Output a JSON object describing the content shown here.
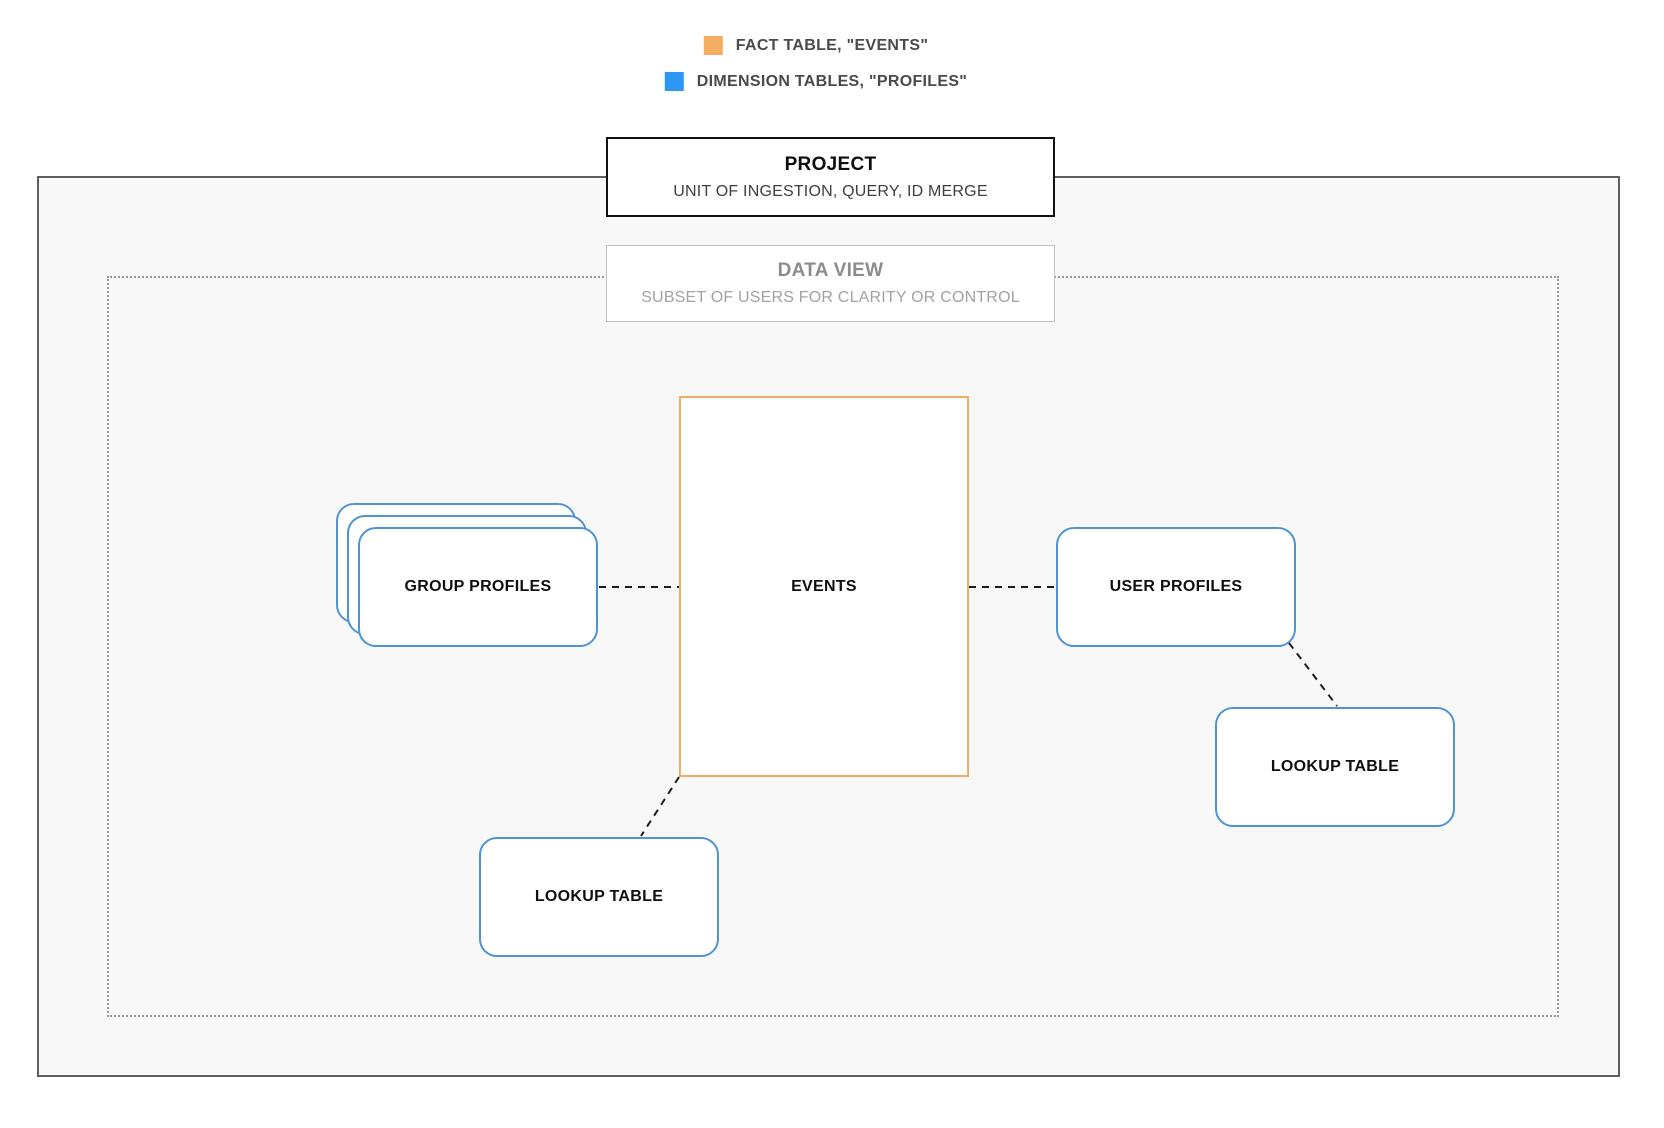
{
  "legend": {
    "items": [
      {
        "swatch_color": "#f5ad61",
        "label": "FACT TABLE, \"EVENTS\"",
        "type": "fact"
      },
      {
        "swatch_color": "#2e96f3",
        "label": "DIMENSION TABLES, \"PROFILES\"",
        "type": "dimension"
      }
    ]
  },
  "project": {
    "title": "PROJECT",
    "subtitle": "UNIT OF INGESTION, QUERY, ID MERGE"
  },
  "data_view": {
    "title": "DATA VIEW",
    "subtitle": "SUBSET OF USERS FOR CLARITY OR CONTROL"
  },
  "diagram": {
    "nodes": {
      "events": {
        "label": "EVENTS",
        "type": "fact"
      },
      "group_profiles": {
        "label": "GROUP PROFILES",
        "type": "dimension",
        "stacked": true
      },
      "user_profiles": {
        "label": "USER PROFILES",
        "type": "dimension"
      },
      "lookup_table_left": {
        "label": "LOOKUP TABLE",
        "type": "dimension"
      },
      "lookup_table_right": {
        "label": "LOOKUP TABLE",
        "type": "dimension"
      }
    },
    "connections": [
      {
        "from": "group_profiles",
        "to": "events"
      },
      {
        "from": "events",
        "to": "user_profiles"
      },
      {
        "from": "user_profiles",
        "to": "lookup_table_right"
      },
      {
        "from": "events",
        "to": "lookup_table_left"
      }
    ]
  },
  "colors": {
    "fact_accent": "#f5ad61",
    "dimension_accent": "#2e96f3",
    "card_border_blue": "#4e94d4",
    "events_border_orange": "#f0ad61",
    "connector": "#1c1c1c"
  }
}
